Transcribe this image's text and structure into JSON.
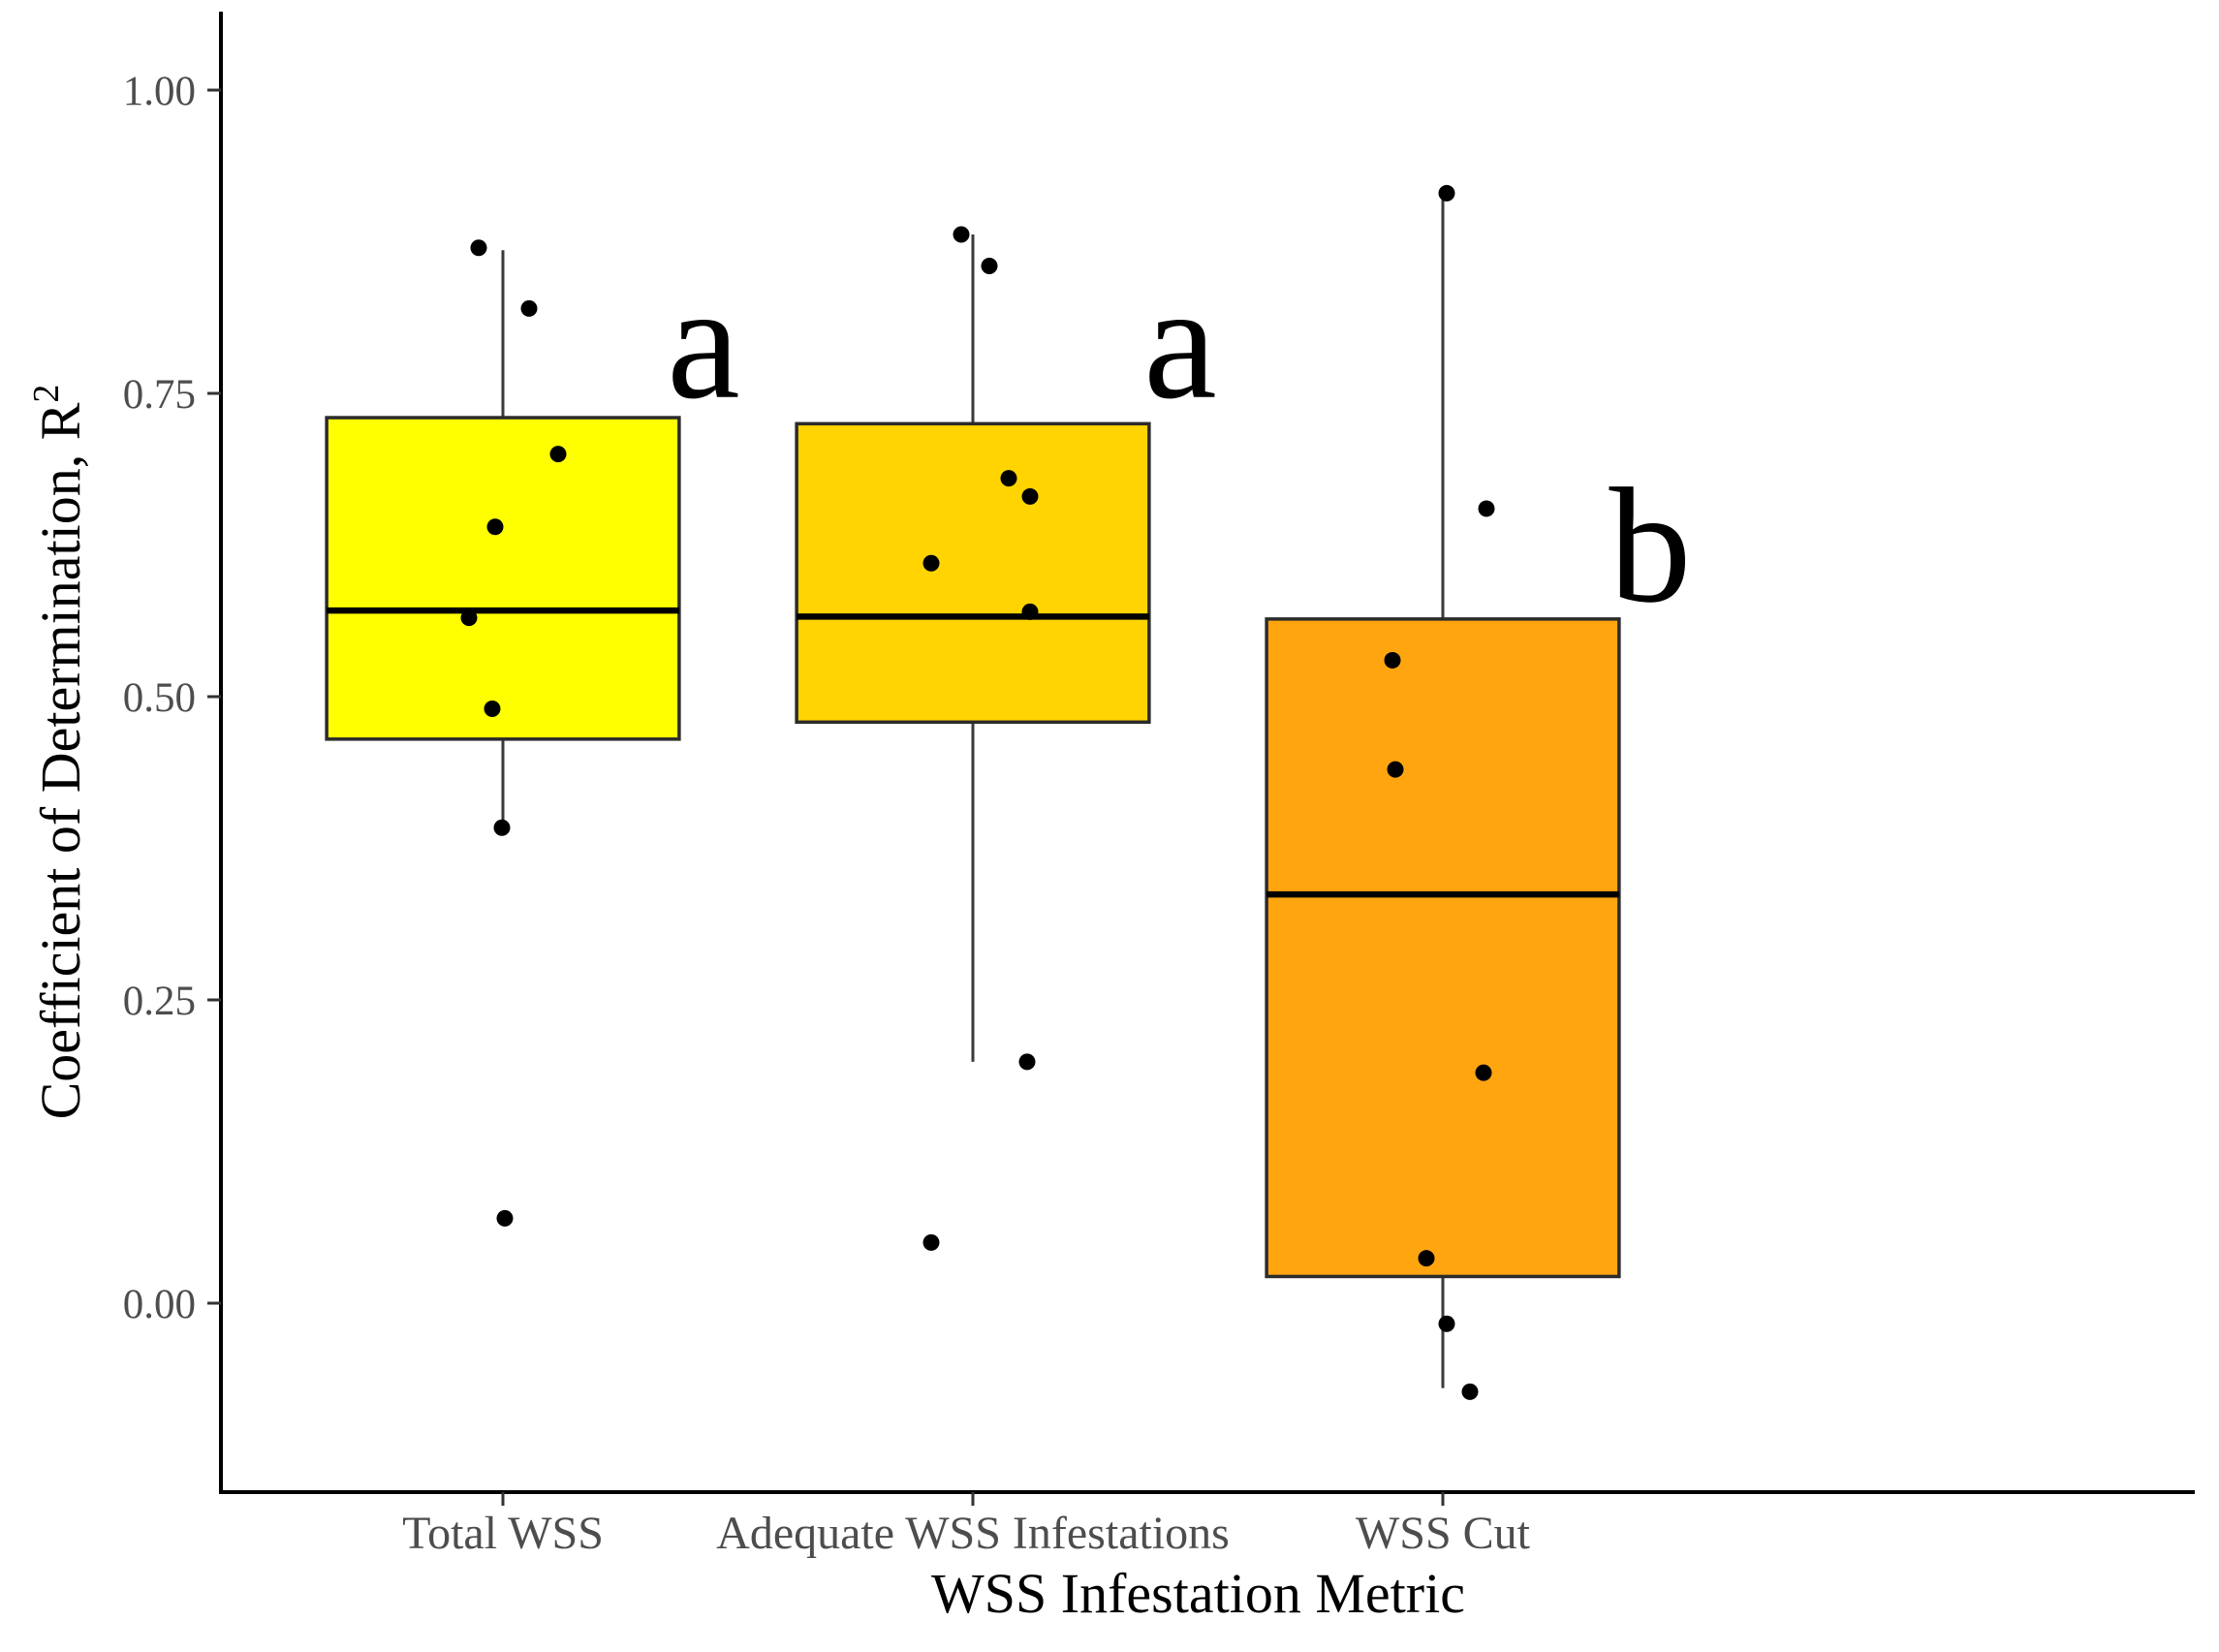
{
  "chart_data": {
    "type": "boxplot",
    "title": "",
    "xlabel": "WSS Infestation Metric",
    "ylabel": "Coefficient of Determination, R²",
    "ylabel_base": "Coefficient of Determination, R",
    "ylabel_superscript": "2",
    "legend": "none",
    "grid": "off",
    "ylim": [
      -0.16,
      1.06
    ],
    "y_ticks": [
      {
        "value": 1.0,
        "label": "1.00"
      },
      {
        "value": 0.75,
        "label": "0.75"
      },
      {
        "value": 0.5,
        "label": "0.50"
      },
      {
        "value": 0.25,
        "label": "0.25"
      },
      {
        "value": 0.0,
        "label": "0.00"
      }
    ],
    "x_categories": [
      "Total WSS",
      "Adequate WSS Infestations",
      "WSS Cut"
    ],
    "colors": {
      "box_stroke": "#2b2b2b",
      "median": "#000000",
      "whisker": "#3a3a3a",
      "point": "#000000",
      "axis_line": "#000000",
      "tick_mark": "#333333",
      "tick_label": "#4d4d4d",
      "axis_title": "#000000",
      "letter": "#000000",
      "background": "#ffffff"
    },
    "groups": [
      {
        "name": "Total WSS",
        "fill": "#ffff00",
        "letter": "a",
        "letter_v": 0.747,
        "letter_dx": 207,
        "q1": 0.465,
        "median": 0.571,
        "q3": 0.73,
        "whisker_low": 0.392,
        "whisker_high": 0.868,
        "points": [
          {
            "v": 0.87,
            "dx": -25
          },
          {
            "v": 0.82,
            "dx": 27
          },
          {
            "v": 0.7,
            "dx": 57
          },
          {
            "v": 0.64,
            "dx": -8
          },
          {
            "v": 0.565,
            "dx": -35
          },
          {
            "v": 0.49,
            "dx": -11
          },
          {
            "v": 0.392,
            "dx": -1
          },
          {
            "v": 0.07,
            "dx": 2
          }
        ]
      },
      {
        "name": "Adequate WSS Infestations",
        "fill": "#ffd400",
        "letter": "a",
        "letter_v": 0.747,
        "letter_dx": 214,
        "q1": 0.479,
        "median": 0.566,
        "q3": 0.725,
        "whisker_low": 0.199,
        "whisker_high": 0.881,
        "points": [
          {
            "v": 0.881,
            "dx": -12
          },
          {
            "v": 0.855,
            "dx": 17
          },
          {
            "v": 0.68,
            "dx": 37
          },
          {
            "v": 0.665,
            "dx": 59
          },
          {
            "v": 0.61,
            "dx": -43
          },
          {
            "v": 0.57,
            "dx": 59
          },
          {
            "v": 0.199,
            "dx": 56
          },
          {
            "v": 0.05,
            "dx": -43
          }
        ]
      },
      {
        "name": "WSS Cut",
        "fill": "#ffa510",
        "letter": "b",
        "letter_v": 0.579,
        "letter_dx": 214,
        "q1": 0.022,
        "median": 0.337,
        "q3": 0.564,
        "whisker_low": -0.07,
        "whisker_high": 0.915,
        "points": [
          {
            "v": 0.915,
            "dx": 4
          },
          {
            "v": 0.655,
            "dx": 45
          },
          {
            "v": 0.53,
            "dx": -52
          },
          {
            "v": 0.44,
            "dx": -49
          },
          {
            "v": 0.19,
            "dx": 42
          },
          {
            "v": 0.037,
            "dx": -17
          },
          {
            "v": -0.017,
            "dx": 4
          },
          {
            "v": -0.073,
            "dx": 28
          }
        ]
      }
    ]
  }
}
